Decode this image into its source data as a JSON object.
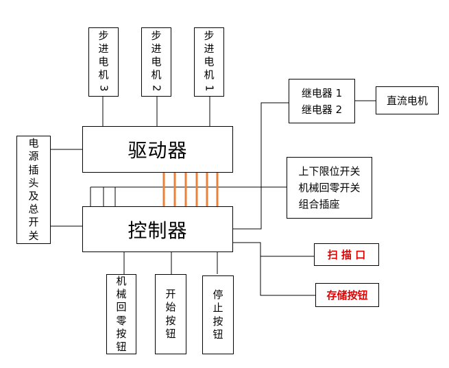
{
  "motors": [
    {
      "label": "步进电机",
      "num": "3"
    },
    {
      "label": "步进电机",
      "num": "2"
    },
    {
      "label": "步进电机",
      "num": "1"
    }
  ],
  "driver": {
    "label": "驱动器"
  },
  "controller": {
    "label": "控制器"
  },
  "power": {
    "label": "电源插头及总开关"
  },
  "relays": {
    "line1": "继电器 1",
    "line2": "继电器 2"
  },
  "dc_motor": {
    "label": "直流电机"
  },
  "socket": {
    "line1": "上下限位开关",
    "line2": "机械回零开关",
    "line3": "组合插座"
  },
  "scan": {
    "label": "扫 描 口"
  },
  "store": {
    "label": "存储按钮"
  },
  "buttons": [
    {
      "label": "机械回零按钮"
    },
    {
      "label": "开始按钮"
    },
    {
      "label": "停止按钮"
    }
  ],
  "colors": {
    "line": "#000000",
    "cable": "#e8823a",
    "highlight": "#e00000"
  }
}
